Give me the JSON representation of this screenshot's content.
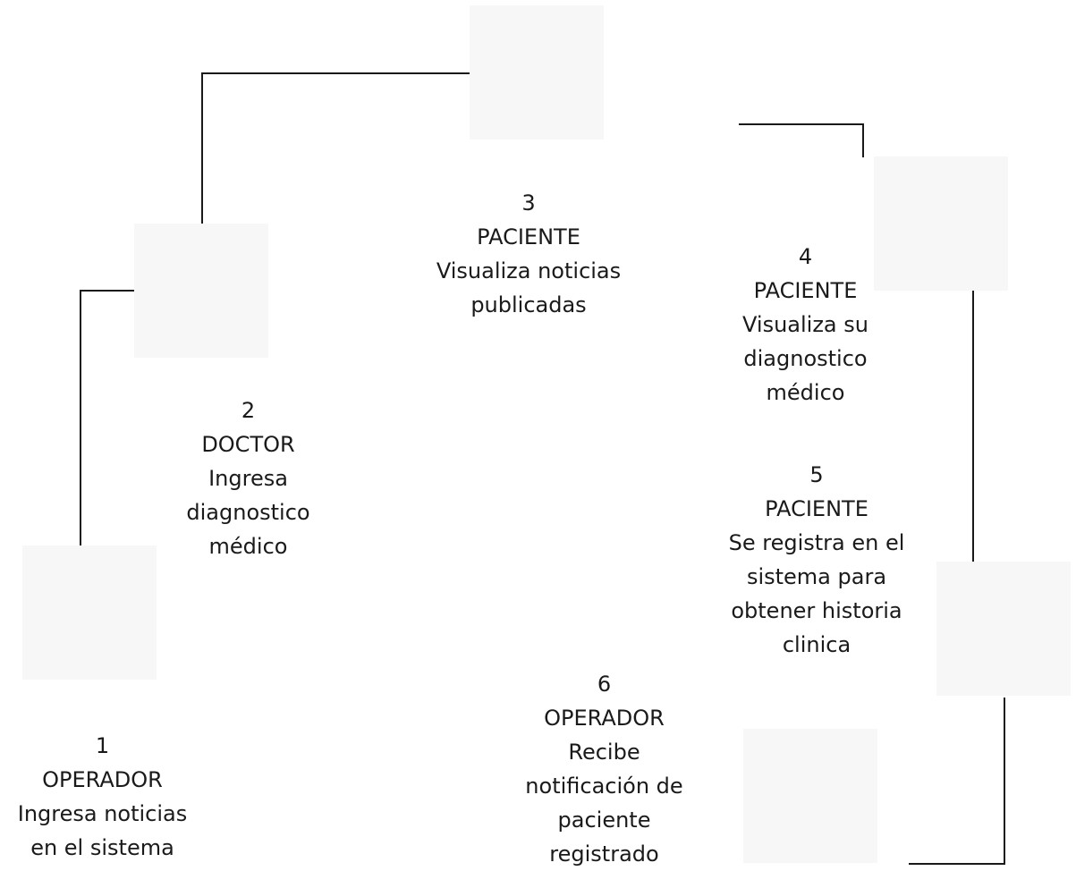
{
  "nodes": [
    {
      "id": "1",
      "step": "1",
      "role": "OPERADOR",
      "lines": [
        "Ingresa noticias",
        "en el sistema"
      ]
    },
    {
      "id": "2",
      "step": "2",
      "role": "DOCTOR",
      "lines": [
        "Ingresa",
        "diagnostico",
        "médico"
      ]
    },
    {
      "id": "3",
      "step": "3",
      "role": "PACIENTE",
      "lines": [
        "Visualiza noticias",
        "publicadas"
      ]
    },
    {
      "id": "4",
      "step": "4",
      "role": "PACIENTE",
      "lines": [
        "Visualiza su",
        "diagnostico",
        "médico"
      ]
    },
    {
      "id": "5",
      "step": "5",
      "role": "PACIENTE",
      "lines": [
        "Se registra en el",
        "sistema para",
        "obtener historia",
        "clinica"
      ]
    },
    {
      "id": "6",
      "step": "6",
      "role": "OPERADOR",
      "lines": [
        "Recibe",
        "notificación de",
        "paciente",
        "registrado"
      ]
    }
  ],
  "colors": {
    "hair": "#333338",
    "skin": "#f6b64a",
    "shirt": "#3d9de2",
    "collar": "#ffffff",
    "laptop": "#4a4a4a",
    "laptop_dot": "#333333",
    "desk": "#f6b64a",
    "connector": "#1a1a1a"
  },
  "icons": [
    "person-at-laptop-icon"
  ]
}
